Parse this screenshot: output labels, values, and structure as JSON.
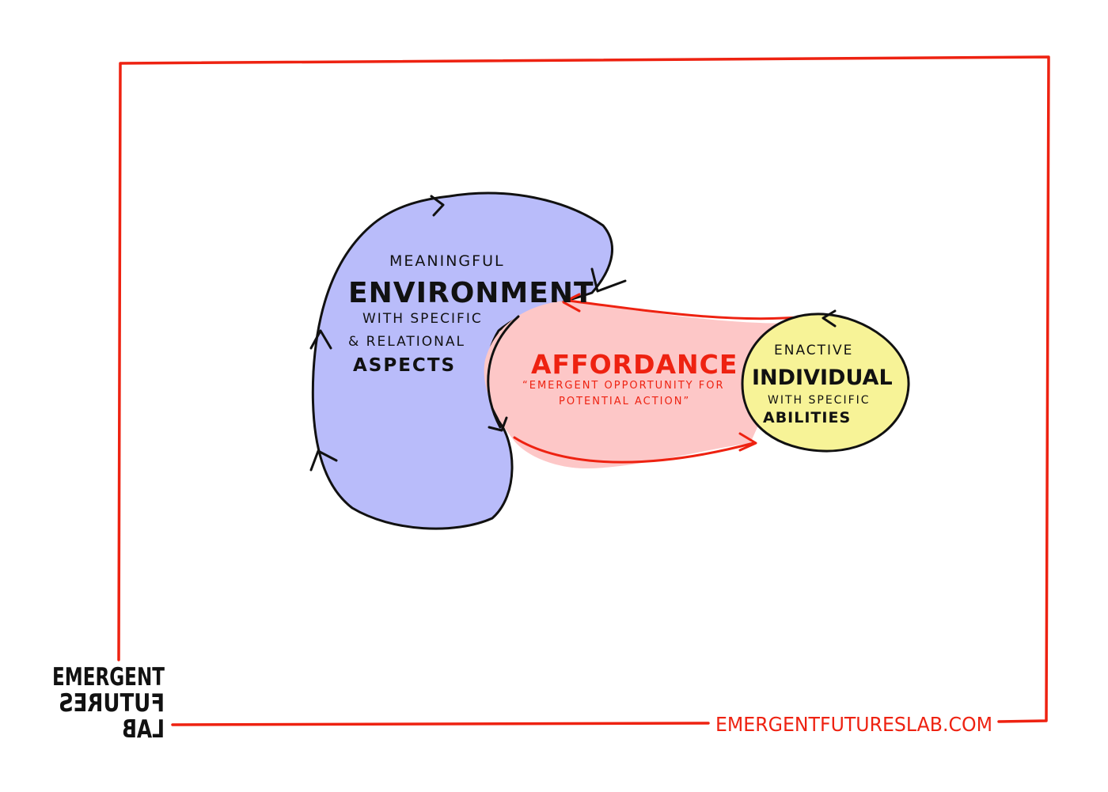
{
  "colors": {
    "frame": "#ee2211",
    "environment_fill": "#b9bcfa",
    "affordance_fill": "#fdc7c7",
    "individual_fill": "#f7f397",
    "ink": "#111111",
    "affordance_text": "#ee2211"
  },
  "environment": {
    "line1": "MEANINGFUL",
    "line2": "ENVIRONMENT",
    "line3": "WITH SPECIFIC",
    "line4": "& RELATIONAL",
    "line5": "ASPECTS"
  },
  "affordance": {
    "title": "AFFORDANCE",
    "quote1": "“EMERGENT OPPORTUNITY FOR",
    "quote2": "POTENTIAL ACTION”"
  },
  "individual": {
    "line1": "ENACTIVE",
    "line2": "INDIVIDUAL",
    "line3": "WITH SPECIFIC",
    "line4": "ABILITIES"
  },
  "logo": {
    "line1": "EMERGENT",
    "line2": "FUTURES",
    "line3": "LAB"
  },
  "footer": {
    "url": "EMERGENTFUTURESLAB.COM"
  }
}
